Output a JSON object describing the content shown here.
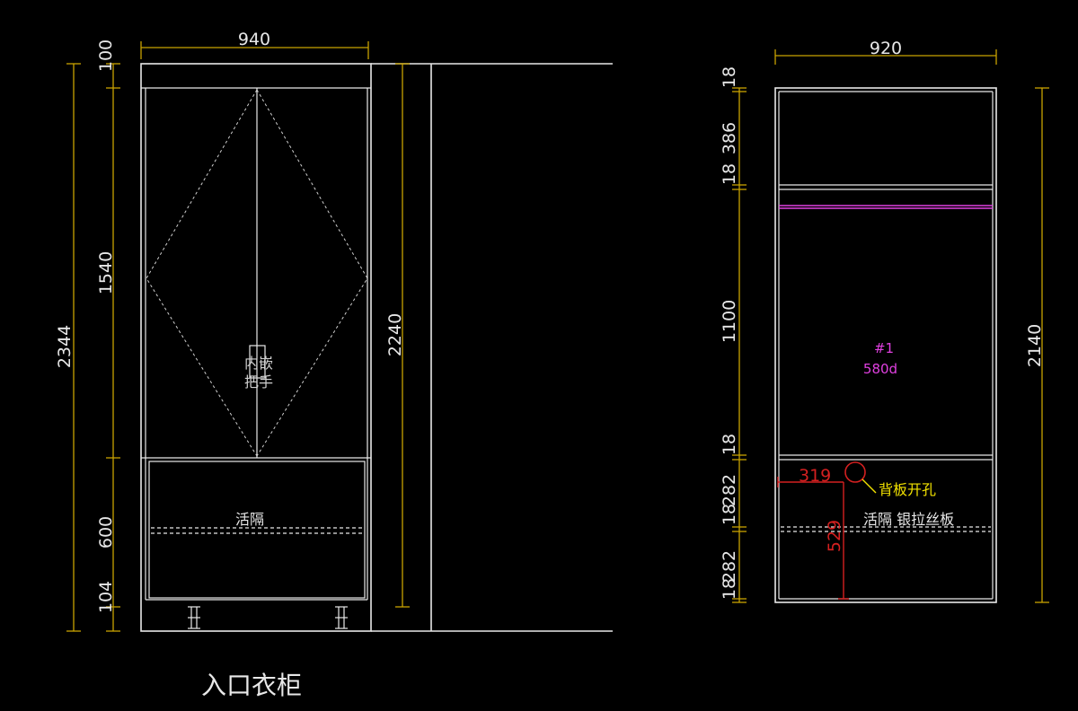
{
  "front_view": {
    "width_label": "940",
    "height_total": "2344",
    "height_top": "100",
    "height_doors": "1540",
    "height_lower": "600",
    "height_base": "104",
    "height_inner": "2240",
    "handle_label_1": "内嵌",
    "handle_label_2": "把手",
    "shelf_label": "活隔"
  },
  "side_view": {
    "width_label": "920",
    "height_right": "2140",
    "seg_1": "18",
    "seg_2": "386",
    "seg_3": "18",
    "seg_4": "1100",
    "seg_5": "18",
    "seg_6": "282",
    "seg_7": "18",
    "seg_8": "282",
    "seg_9": "18",
    "tag_number": "#1",
    "tag_value": "580d",
    "hole_offset": "319",
    "hole_height": "529",
    "hole_label": "背板开孔",
    "shelf_label": "活隔 银拉丝板"
  },
  "caption": "入口衣柜",
  "colors": {
    "line": "#e8e8e8",
    "dimension": "#c8a200",
    "magenta": "#e040e0",
    "red": "#d42020",
    "yellow": "#f0e000"
  }
}
